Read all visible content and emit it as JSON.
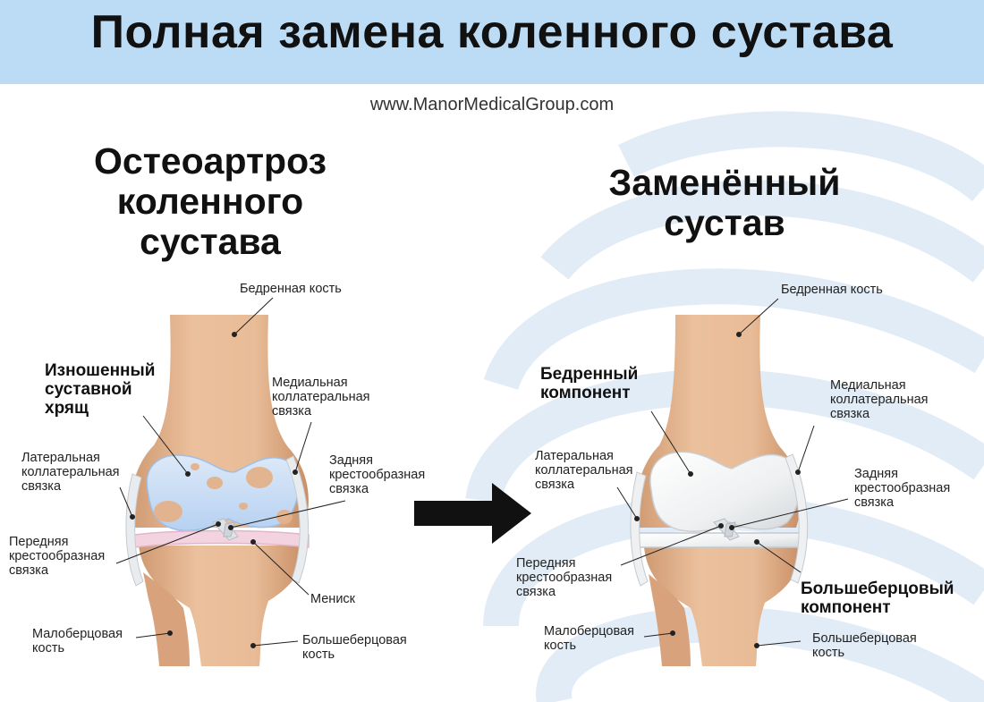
{
  "header": {
    "title": "Полная замена коленного сустава",
    "website": "www.ManorMedicalGroup.com"
  },
  "left": {
    "title_lines": [
      "Остеоартроз",
      "коленного",
      "сустава"
    ],
    "labels": {
      "femur": "Бедренная кость",
      "worn_cartilage": [
        "Изношенный",
        "суставной",
        "хрящ"
      ],
      "medial_collateral": [
        "Медиальная",
        "коллатеральная",
        "связка"
      ],
      "lateral_collateral": [
        "Латеральная",
        "коллатеральная",
        "связка"
      ],
      "posterior_cruciate": [
        "Задняя",
        "крестообразная",
        "связка"
      ],
      "anterior_cruciate": [
        "Передняя",
        "крестообразная",
        "связка"
      ],
      "meniscus": "Мениск",
      "fibula": [
        "Малоберцовая",
        "кость"
      ],
      "tibia": [
        "Большеберцовая",
        "кость"
      ]
    }
  },
  "right": {
    "title_lines": [
      "Заменённый",
      "сустав"
    ],
    "labels": {
      "femur": "Бедренная кость",
      "femoral_component": [
        "Бедренный",
        "компонент"
      ],
      "medial_collateral": [
        "Медиальная",
        "коллатеральная",
        "связка"
      ],
      "lateral_collateral": [
        "Латеральная",
        "коллатеральная",
        "связка"
      ],
      "posterior_cruciate": [
        "Задняя",
        "крестообразная",
        "связка"
      ],
      "anterior_cruciate": [
        "Передняя",
        "крестообразная",
        "связка"
      ],
      "tibial_component": [
        "Большеберцовый",
        "компонент"
      ],
      "fibula": [
        "Малоберцовая",
        "кость"
      ],
      "tibia": [
        "Большеберцовая",
        "кость"
      ]
    }
  },
  "colors": {
    "header_bg": "#bcdcf6",
    "bone": "#e6b994",
    "bone_shade": "#c9916a",
    "cartilage": "#c8def6",
    "lesion": "#e3b28a",
    "meniscus": "#f3d3e0",
    "implant": "#eceeef",
    "swirl": "#dbe9f6"
  }
}
